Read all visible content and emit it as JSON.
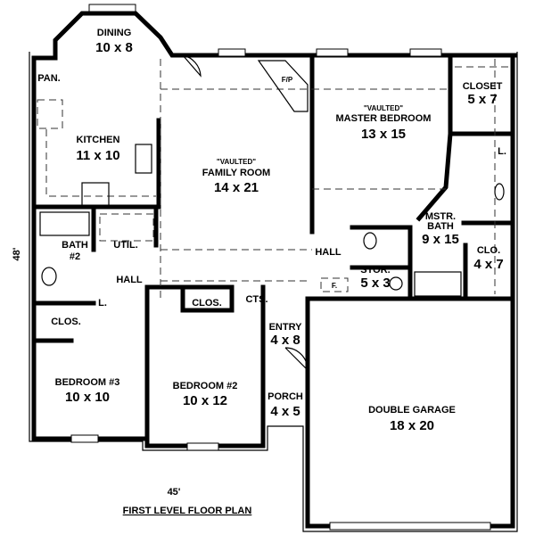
{
  "plan_title": "FIRST LEVEL FLOOR PLAN",
  "dimensions": {
    "width": "45'",
    "depth": "48'"
  },
  "rooms": {
    "dining": {
      "name": "DINING",
      "size": "10 x 8"
    },
    "pantry": {
      "name": "PAN."
    },
    "kitchen": {
      "name": "KITCHEN",
      "size": "11 x 10"
    },
    "family": {
      "note": "\"VAULTED\"",
      "name": "FAMILY ROOM",
      "size": "14 x 21"
    },
    "fireplace": {
      "name": "F/P"
    },
    "master": {
      "note": "\"VAULTED\"",
      "name": "MASTER BEDROOM",
      "size": "13 x 15"
    },
    "closet": {
      "name": "CLOSET",
      "size": "5 x 7"
    },
    "linen_master": {
      "name": "L."
    },
    "mstr_bath": {
      "name": "MSTR.",
      "name2": "BATH",
      "size": "9 x 15"
    },
    "clo": {
      "name": "CLO.",
      "size": "4 x 7"
    },
    "bath2": {
      "name": "BATH",
      "name2": "#2"
    },
    "util": {
      "name": "UTIL."
    },
    "hall_left": {
      "name": "HALL"
    },
    "hall_right": {
      "name": "HALL"
    },
    "stor": {
      "name": "STOR.",
      "size": "5 x 3"
    },
    "freezer": {
      "name": "F."
    },
    "linen_left": {
      "name": "L."
    },
    "clos3": {
      "name": "CLOS."
    },
    "clos2": {
      "name": "CLOS."
    },
    "cts": {
      "name": "CTS."
    },
    "entry": {
      "name": "ENTRY",
      "size": "4 x 8"
    },
    "bedroom3": {
      "name": "BEDROOM #3",
      "size": "10 x 10"
    },
    "bedroom2": {
      "name": "BEDROOM #2",
      "size": "10 x 12"
    },
    "porch": {
      "name": "PORCH",
      "size": "4 x 5"
    },
    "garage": {
      "name": "DOUBLE GARAGE",
      "size": "18 x 20"
    }
  }
}
